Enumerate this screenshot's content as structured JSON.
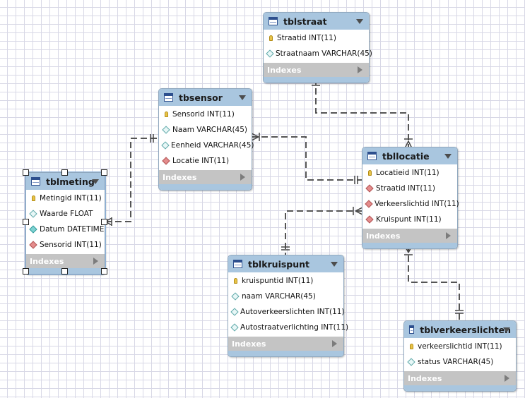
{
  "tables": {
    "tblstraat": {
      "title": "tblstraat",
      "columns": [
        {
          "text": "Straatid INT(11)",
          "icon": "primary-key-icon"
        },
        {
          "text": "Straatnaam VARCHAR(45)",
          "icon": "column-diamond-icon"
        }
      ],
      "indexes_label": "Indexes"
    },
    "tbsensor": {
      "title": "tbsensor",
      "columns": [
        {
          "text": "Sensorid INT(11)",
          "icon": "primary-key-icon"
        },
        {
          "text": "Naam VARCHAR(45)",
          "icon": "column-diamond-icon"
        },
        {
          "text": "Eenheid VARCHAR(45)",
          "icon": "column-diamond-icon"
        },
        {
          "text": "Locatie INT(11)",
          "icon": "foreign-key-diamond-icon"
        }
      ],
      "indexes_label": "Indexes"
    },
    "tblmeting": {
      "title": "tblmeting",
      "columns": [
        {
          "text": "Metingid INT(11)",
          "icon": "primary-key-icon"
        },
        {
          "text": "Waarde FLOAT",
          "icon": "column-diamond-icon"
        },
        {
          "text": "Datum DATETIME",
          "icon": "column-filled-diamond-icon"
        },
        {
          "text": "Sensorid INT(11)",
          "icon": "foreign-key-diamond-icon"
        }
      ],
      "indexes_label": "Indexes"
    },
    "tbllocatie": {
      "title": "tbllocatie",
      "columns": [
        {
          "text": "Locatieid INT(11)",
          "icon": "primary-key-icon"
        },
        {
          "text": "Straatid INT(11)",
          "icon": "foreign-key-diamond-icon"
        },
        {
          "text": "Verkeerslichtid INT(11)",
          "icon": "foreign-key-diamond-icon"
        },
        {
          "text": "Kruispunt INT(11)",
          "icon": "foreign-key-diamond-icon"
        }
      ],
      "indexes_label": "Indexes"
    },
    "tblkruispunt": {
      "title": "tblkruispunt",
      "columns": [
        {
          "text": "kruispuntid INT(11)",
          "icon": "primary-key-icon"
        },
        {
          "text": "naam VARCHAR(45)",
          "icon": "column-diamond-icon"
        },
        {
          "text": "Autoverkeerslichten INT(11)",
          "icon": "column-diamond-icon"
        },
        {
          "text": "Autostraatverlichting INT(11)",
          "icon": "column-diamond-icon"
        }
      ],
      "indexes_label": "Indexes"
    },
    "tblverkeerslichten": {
      "title": "tblverkeerslichten",
      "columns": [
        {
          "text": "verkeerslichtid INT(11)",
          "icon": "primary-key-icon"
        },
        {
          "text": "status VARCHAR(45)",
          "icon": "column-diamond-icon"
        }
      ],
      "indexes_label": "Indexes"
    }
  },
  "relationships": [
    {
      "from": "tblmeting.Sensorid",
      "to": "tbsensor.Sensorid",
      "cardinality": "many-to-one"
    },
    {
      "from": "tbsensor.Locatie",
      "to": "tbllocatie.Locatieid",
      "cardinality": "many-to-one"
    },
    {
      "from": "tbllocatie.Straatid",
      "to": "tblstraat.Straatid",
      "cardinality": "many-to-one"
    },
    {
      "from": "tbllocatie.Kruispunt",
      "to": "tblkruispunt.kruispuntid",
      "cardinality": "many-to-one"
    },
    {
      "from": "tbllocatie.Verkeerslichtid",
      "to": "tblverkeerslichten.verkeerslichtid",
      "cardinality": "many-to-one"
    }
  ],
  "colors": {
    "header": "#a9c6df",
    "indexes_bar": "#c4c4c4",
    "connector": "#555555",
    "grid": "#d8d8e6"
  },
  "selected_table": "tblmeting"
}
